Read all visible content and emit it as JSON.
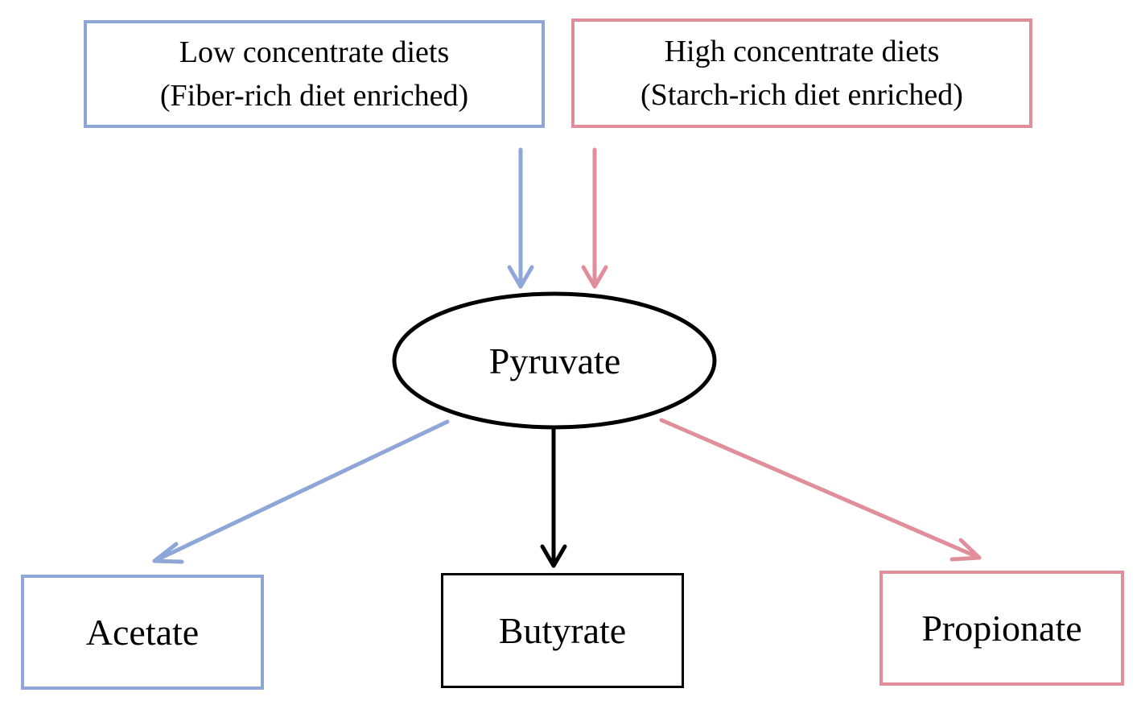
{
  "diets": {
    "low": {
      "line1": "Low concentrate diets",
      "line2": "(Fiber-rich diet enriched)"
    },
    "high": {
      "line1": "High concentrate diets",
      "line2": "(Starch-rich diet enriched)"
    }
  },
  "intermediate": {
    "label": "Pyruvate"
  },
  "products": {
    "acetate": "Acetate",
    "butyrate": "Butyrate",
    "propionate": "Propionate"
  },
  "colors": {
    "low_concentrate": "#8fa7d8",
    "high_concentrate": "#e08f9a",
    "neutral": "#000000"
  },
  "edges": [
    {
      "from": "Low concentrate diets",
      "to": "Pyruvate",
      "color": "low_concentrate"
    },
    {
      "from": "High concentrate diets",
      "to": "Pyruvate",
      "color": "high_concentrate"
    },
    {
      "from": "Pyruvate",
      "to": "Acetate",
      "color": "low_concentrate"
    },
    {
      "from": "Pyruvate",
      "to": "Butyrate",
      "color": "neutral"
    },
    {
      "from": "Pyruvate",
      "to": "Propionate",
      "color": "high_concentrate"
    }
  ]
}
